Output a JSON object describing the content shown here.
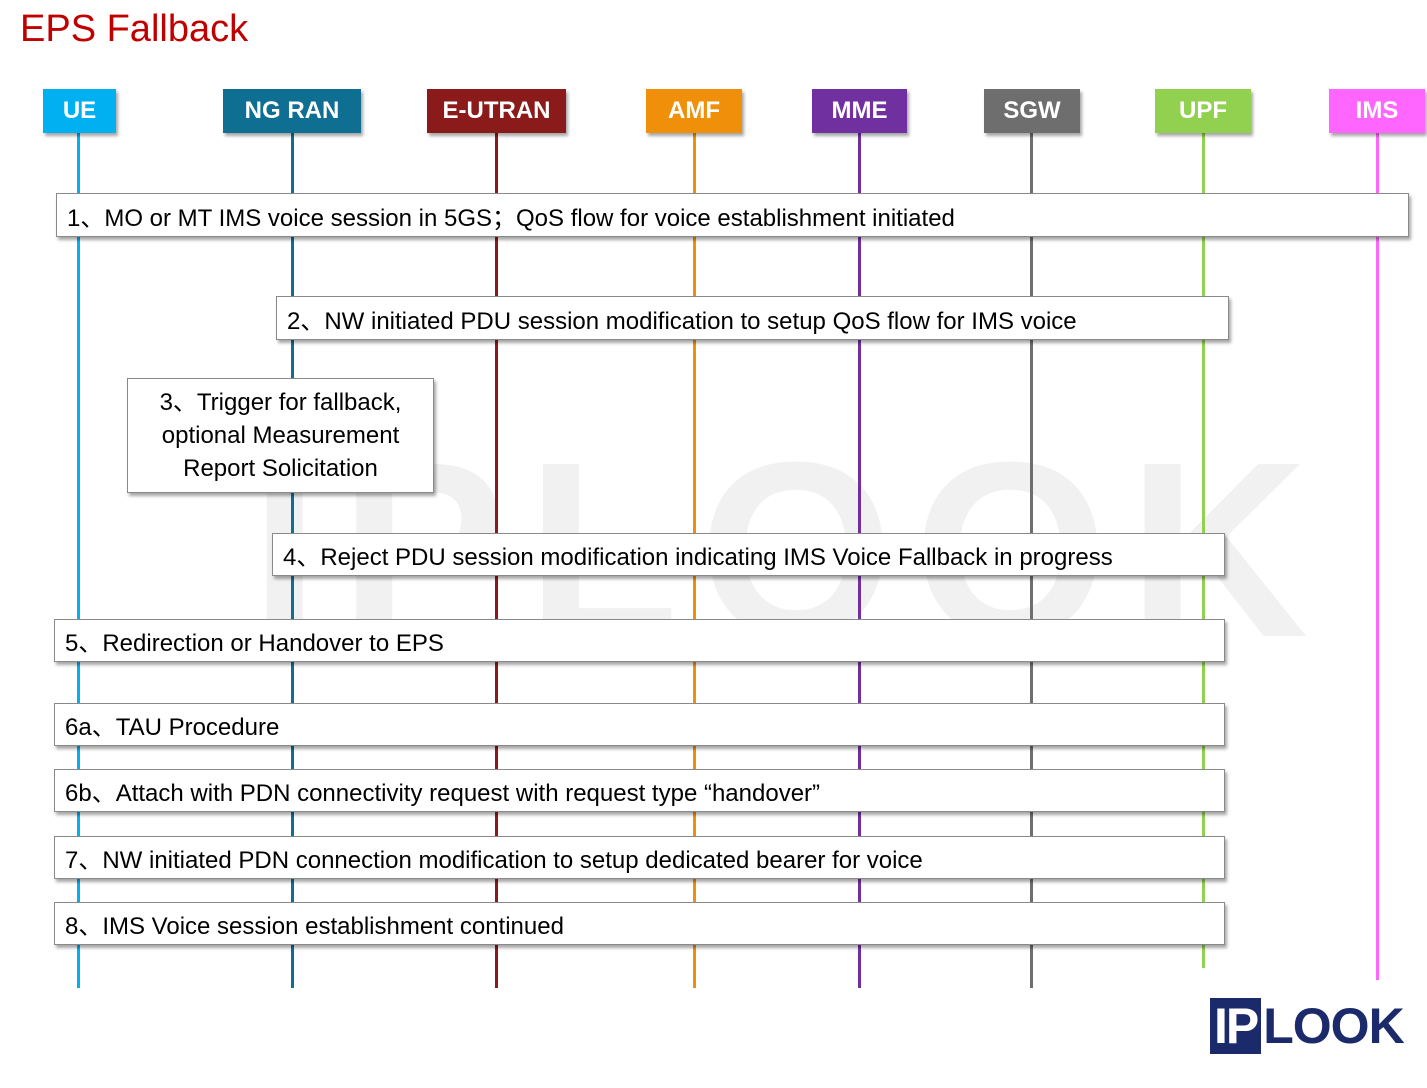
{
  "title": "EPS Fallback",
  "entities": [
    {
      "label": "UE",
      "color": "#00b0f0"
    },
    {
      "label": "NG RAN",
      "color": "#0e6f93"
    },
    {
      "label": "E-UTRAN",
      "color": "#8b1a1a"
    },
    {
      "label": "AMF",
      "color": "#f0900a"
    },
    {
      "label": "MME",
      "color": "#7030a0"
    },
    {
      "label": "SGW",
      "color": "#6e6e6e"
    },
    {
      "label": "UPF",
      "color": "#92d050"
    },
    {
      "label": "IMS",
      "color": "#ff66ff"
    }
  ],
  "steps": {
    "s1": "1、MO or MT IMS voice session in 5GS；QoS flow for voice establishment initiated",
    "s2": "2、NW initiated PDU session modification to setup QoS flow for IMS voice",
    "s3": [
      "3、Trigger for fallback,",
      "optional Measurement",
      "Report Solicitation"
    ],
    "s4": "4、Reject PDU session modification indicating IMS Voice Fallback in progress",
    "s5": "5、Redirection or Handover to EPS",
    "s6a": "6a、TAU Procedure",
    "s6b": "6b、Attach with PDN connectivity request with request type “handover”",
    "s7": "7、NW initiated PDN connection modification to setup dedicated bearer for voice",
    "s8": "8、IMS Voice session establishment continued"
  },
  "logo": {
    "boxed": "IP",
    "text": "LOOK"
  }
}
